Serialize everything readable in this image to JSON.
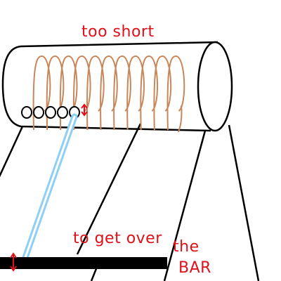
{
  "annotations": {
    "top_note": "too short",
    "bottom_note_line1": "to get over",
    "bottom_note_line2": "the",
    "bottom_note_line3": "BAR"
  },
  "colors": {
    "outline": "#000000",
    "coil": "#c8875a",
    "annotation": "#e0101a",
    "rod_outer": "#8fd0f2",
    "rod_inner": "#ffffff",
    "bar": "#000000",
    "background": "#ffffff"
  },
  "counts": {
    "coil_loops": 11,
    "holes": 5
  }
}
